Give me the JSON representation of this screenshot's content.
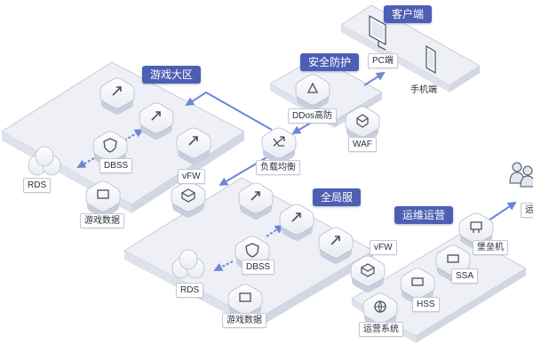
{
  "zones": {
    "game_region": "游戏大区",
    "global_server": "全局服",
    "security": "安全防护",
    "client": "客户端",
    "ops": "运维运营"
  },
  "nodes": {
    "game_region": {
      "dbss": "DBSS",
      "rds": "RDS",
      "game_data": "游戏数据",
      "vfw": "vFW"
    },
    "global_server": {
      "dbss": "DBSS",
      "rds": "RDS",
      "game_data": "游戏数据",
      "vfw": "vFW"
    },
    "load_balancer": "负载均衡",
    "security": {
      "ddos": "DDos高防",
      "waf": "WAF"
    },
    "client": {
      "pc": "PC端",
      "mobile": "手机端"
    },
    "ops": {
      "bastion": "堡垒机",
      "ssa": "SSA",
      "hss": "HSS",
      "ops_system": "运营系统",
      "ops_personnel_partial": "运"
    }
  },
  "colors": {
    "zone_title_bg": "#4d5fb4",
    "arrow": "#6f86d6",
    "platform_top": "#eef0f6",
    "platform_side": "#d7dbe7",
    "node_body": "#ffffff",
    "icon_stroke": "#4a4f60"
  },
  "icons": {
    "server": "arrow-up-right-icon",
    "database": "rds-cluster-icon",
    "dbss": "shield-icon",
    "firewall": "firewall-icon",
    "load_balancer": "load-balancer-icon",
    "ddos": "ddos-icon",
    "waf": "waf-icon",
    "pc": "pc-icon",
    "mobile": "mobile-icon",
    "bastion": "bastion-host-icon",
    "ssa": "ssa-icon",
    "hss": "hss-icon",
    "ops_system": "globe-icon",
    "personnel": "people-icon"
  }
}
